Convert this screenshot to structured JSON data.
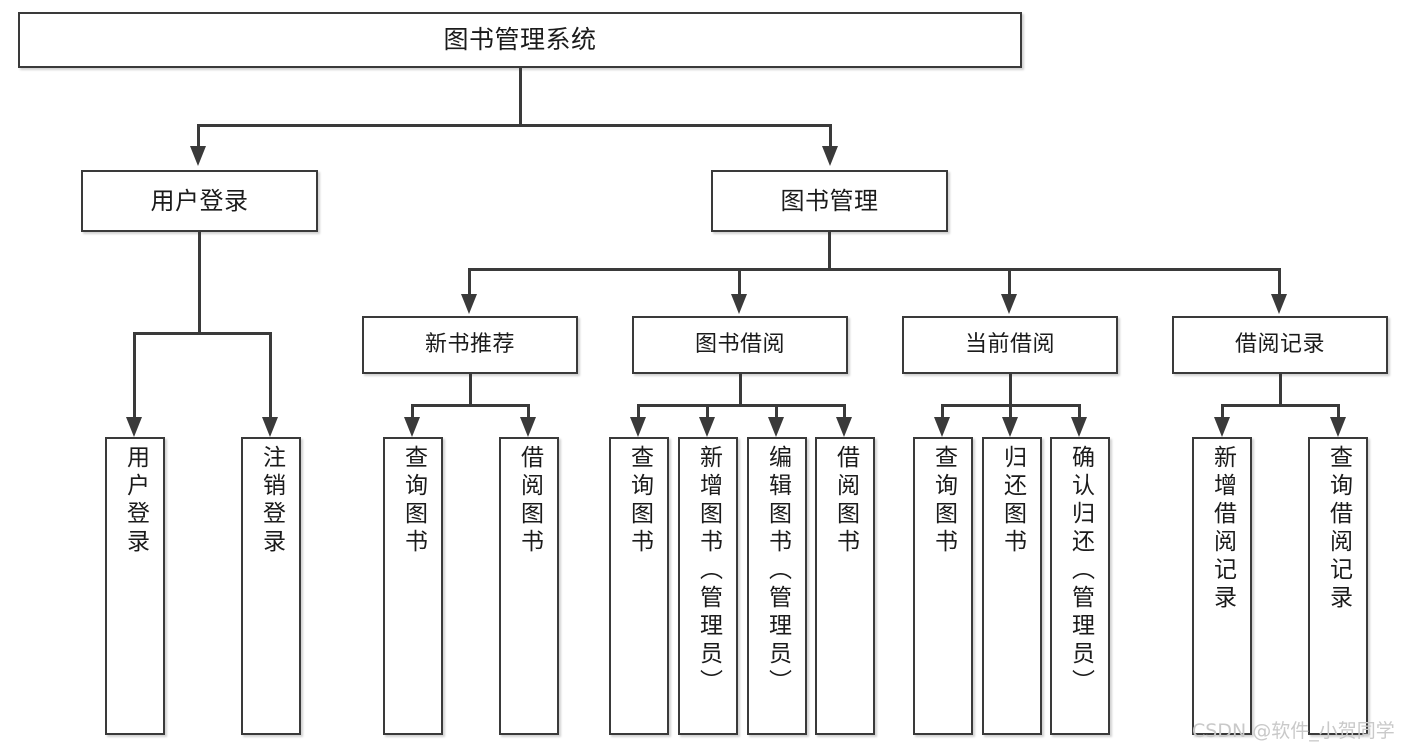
{
  "diagram": {
    "title": "图书管理系统",
    "root": {
      "label": "图书管理系统"
    },
    "level2": [
      {
        "label": "用户登录"
      },
      {
        "label": "图书管理"
      }
    ],
    "level3": [
      {
        "label": "新书推荐"
      },
      {
        "label": "图书借阅"
      },
      {
        "label": "当前借阅"
      },
      {
        "label": "借阅记录"
      }
    ],
    "leaves": {
      "user_login": [
        {
          "label": "用户登录"
        },
        {
          "label": "注销登录"
        }
      ],
      "new_book_recommend": [
        {
          "label": "查询图书"
        },
        {
          "label": "借阅图书"
        }
      ],
      "book_borrow": [
        {
          "label": "查询图书"
        },
        {
          "label": "新增图书（管理员）"
        },
        {
          "label": "编辑图书（管理员）"
        },
        {
          "label": "借阅图书"
        }
      ],
      "current_borrow": [
        {
          "label": "查询图书"
        },
        {
          "label": "归还图书"
        },
        {
          "label": "确认归还（管理员）"
        }
      ],
      "borrow_record": [
        {
          "label": "新增借阅记录"
        },
        {
          "label": "查询借阅记录"
        }
      ]
    }
  },
  "watermark": {
    "text": "CSDN @软件_小贺同学"
  },
  "colors": {
    "stroke": "#3a3a3a",
    "fill": "#ffffff",
    "text": "#1b1b1b",
    "watermark": "#c9c9c9"
  }
}
